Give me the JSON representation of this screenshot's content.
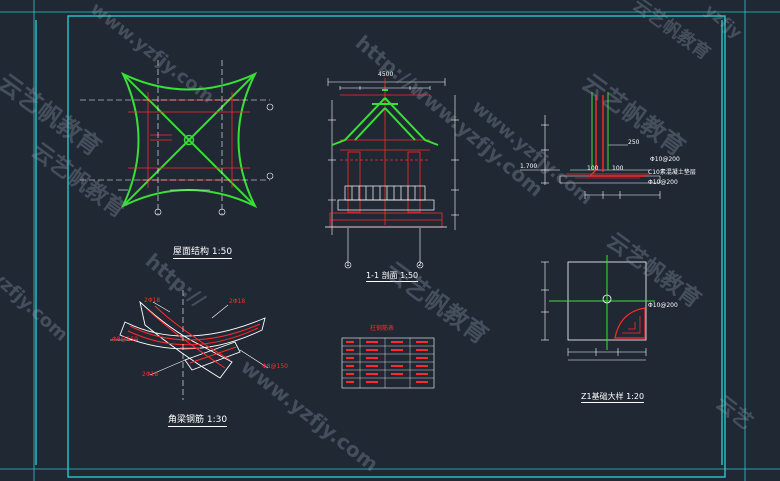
{
  "drawing": {
    "plan": {
      "title": "屋面结构",
      "scale": "1:50"
    },
    "section": {
      "title": "1-1 剖面",
      "scale": "1:50",
      "axis_left": "1",
      "axis_right": "2",
      "top_dim": "4500"
    },
    "foundation_section": {
      "dims": [
        "1.700",
        "250",
        "100",
        "100",
        "Φ10@200",
        "C10素混凝土垫层",
        "Φ10@200"
      ]
    },
    "foundation_plan": {
      "title": "Z1基础大样",
      "scale": "1:20",
      "rebar": "Φ10@200"
    },
    "rebar_table": {
      "title": "柱钢筋表"
    },
    "corner_beam": {
      "title": "角梁钢筋",
      "scale": "1:30",
      "labels": [
        "2Φ18",
        "2Φ18",
        "Φ8@150",
        "2Φ18",
        "Φ8@150"
      ]
    }
  },
  "watermarks": [
    "www.yzfjy.com",
    "云艺帆教育",
    "http://www.yzfjy.com",
    "云艺帆教育",
    "yzfjy.com",
    "云艺帆教育",
    "www.yzfjy.com",
    "http://",
    "云艺帆教育",
    "www.yzfjy.com",
    "云艺帆教育",
    "yzfjy",
    "云艺帆教育",
    "云艺"
  ],
  "colors": {
    "background": "#202834",
    "frame": "#27c9cf",
    "cad_green": "#37e035",
    "cad_red": "#ff2a2a",
    "cad_white": "#ffffff",
    "cad_yellow": "#ffd42a"
  }
}
